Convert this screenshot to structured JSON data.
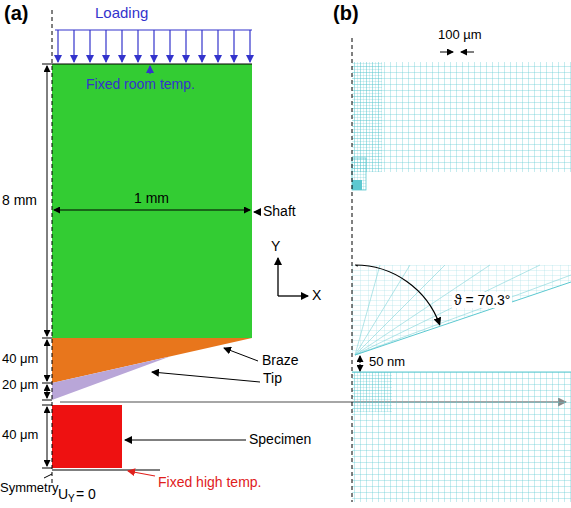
{
  "diagram": {
    "labels": [
      "(a)",
      "Loading",
      "Fixed room temp.",
      "8 mm",
      "1 mm",
      "Shaft",
      "Y",
      "X",
      "40 μm",
      "Braze",
      "20 μm",
      "Tip",
      "40 μm",
      "Specimen",
      "Symmetry",
      "Fixed high temp.",
      "U",
      "Y",
      "= 0",
      "(b)",
      "100 µm",
      "ϑ = 70.3°",
      "50 nm"
    ]
  }
}
